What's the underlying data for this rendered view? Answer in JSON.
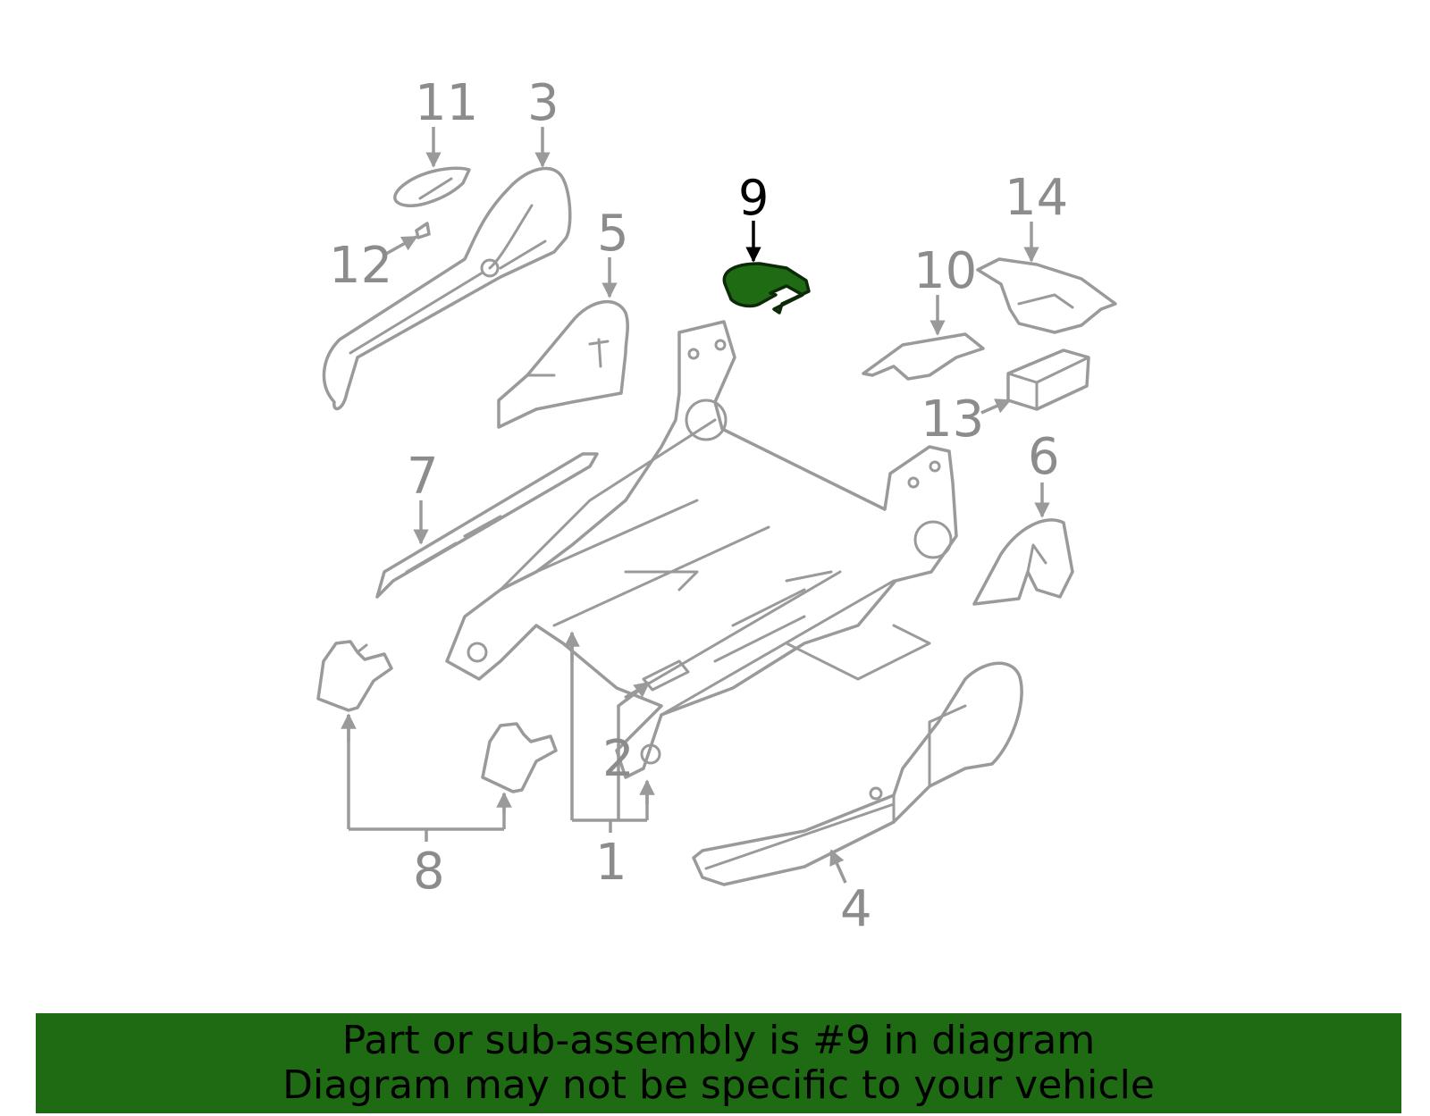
{
  "diagram": {
    "callouts": [
      "1",
      "2",
      "3",
      "4",
      "5",
      "6",
      "7",
      "8",
      "9",
      "10",
      "11",
      "12",
      "13",
      "14"
    ],
    "highlighted_callout": "9",
    "highlight_color": "#1e6b14",
    "line_color": "#9a9a9a"
  },
  "banner": {
    "line1": "Part or sub-assembly is #9 in diagram",
    "line2": "Diagram may not be specific to your vehicle",
    "background": "#1e6b14"
  }
}
